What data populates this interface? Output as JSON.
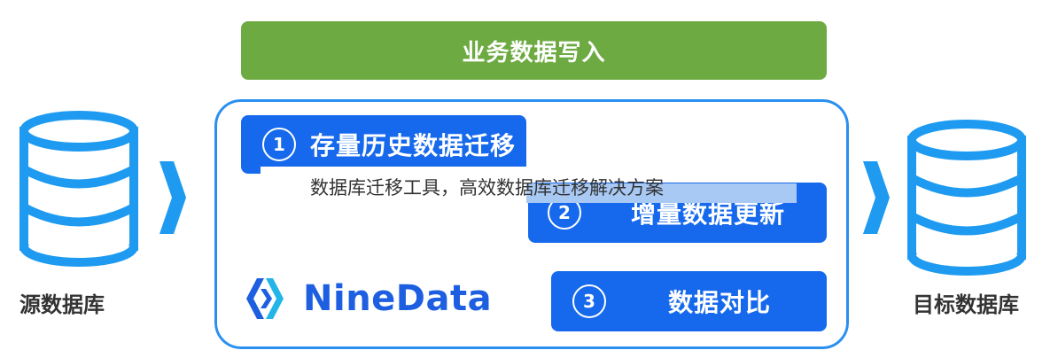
{
  "top_bar": {
    "label": "业务数据写入"
  },
  "steps": [
    {
      "number": "1",
      "label": "存量历史数据迁移"
    },
    {
      "number": "2",
      "label": "增量数据更新"
    },
    {
      "number": "3",
      "label": "数据对比"
    }
  ],
  "source_db": {
    "label": "源数据库",
    "icon": "database-icon"
  },
  "target_db": {
    "label": "目标数据库",
    "icon": "database-icon"
  },
  "brand": {
    "name": "NineData",
    "icon": "ninedata-logo"
  },
  "caption": "数据库迁移工具，高效数据库迁移解决方案",
  "colors": {
    "green": "#6dab42",
    "blue": "#1669ec",
    "light_blue": "#2a8ff0"
  }
}
